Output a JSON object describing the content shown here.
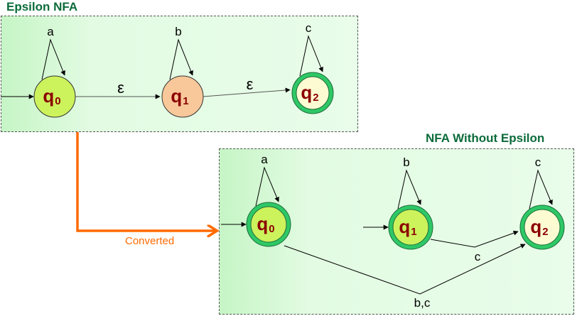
{
  "diagrams": [
    {
      "title": "Epsilon NFA",
      "states": [
        {
          "name": "q",
          "sub": "0",
          "fill": "#ccf25c",
          "accepting": false,
          "initial": true
        },
        {
          "name": "q",
          "sub": "1",
          "fill": "#f8c89a",
          "accepting": false,
          "initial": false
        },
        {
          "name": "q",
          "sub": "2",
          "fill": "#fdfbd2",
          "accepting": true,
          "initial": false
        }
      ],
      "self_loops": [
        "a",
        "b",
        "c"
      ],
      "transitions": [
        {
          "from": "q0",
          "to": "q1",
          "label": "ε"
        },
        {
          "from": "q1",
          "to": "q2",
          "label": "ε"
        }
      ]
    },
    {
      "title": "NFA Without Epsilon",
      "states": [
        {
          "name": "q",
          "sub": "0",
          "fill": "#ccf25c",
          "accepting": true,
          "initial": true
        },
        {
          "name": "q",
          "sub": "1",
          "fill": "#ccf25c",
          "accepting": true,
          "initial": true
        },
        {
          "name": "q",
          "sub": "2",
          "fill": "#fdfbd2",
          "accepting": true,
          "initial": false
        }
      ],
      "self_loops": [
        "a",
        "b",
        "c"
      ],
      "transitions": [
        {
          "from": "q1",
          "to": "q2",
          "label": "c"
        },
        {
          "from": "q0",
          "to": "q2",
          "label": "b,c"
        }
      ]
    }
  ],
  "conversion_label": "Converted",
  "colors": {
    "title": "#0b6b3a",
    "state_label": "#8b0000",
    "accept_ring": "#2ec866",
    "arrow": "#ff6a00"
  }
}
